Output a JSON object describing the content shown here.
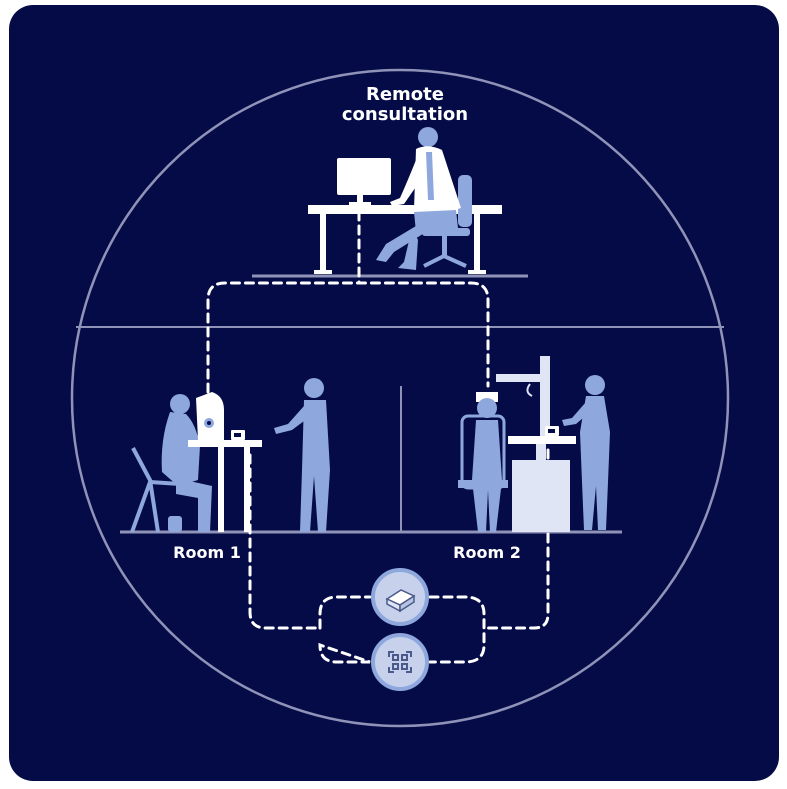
{
  "header": {
    "line1": "Remote",
    "line2": "consultation"
  },
  "rooms": {
    "room1": "Room 1",
    "room2": "Room 2"
  },
  "icons": {
    "top_node": "device-icon",
    "bottom_node": "qr-code-icon"
  },
  "colors": {
    "background": "#050b47",
    "figure": "#8ea8dd",
    "line": "#ffffff",
    "circle": "#8f93b8"
  }
}
